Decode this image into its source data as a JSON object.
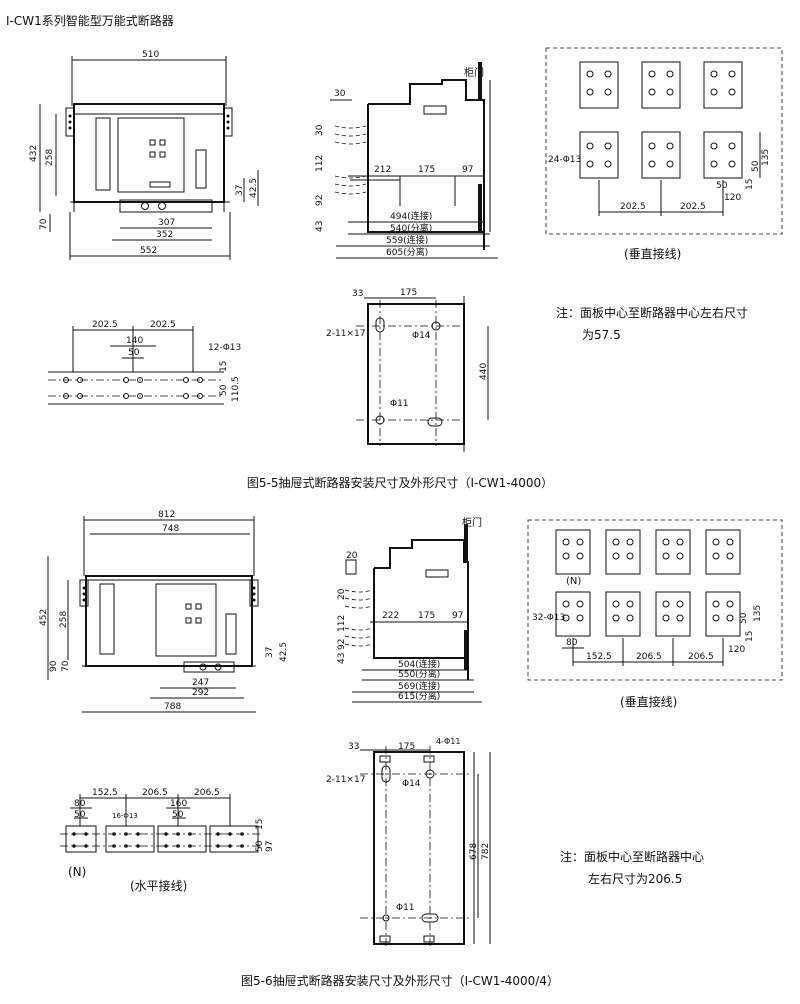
{
  "title": "I-CW1系列智能型万能式断路器",
  "figure1": {
    "caption": "图5-5抽屉式断路器安装尺寸及外形尺寸（I-CW1-4000）",
    "front": {
      "d510": "510",
      "d432": "432",
      "d258": "258",
      "d37": "37",
      "d425": "42.5",
      "d70": "70",
      "d307": "307",
      "d352": "352",
      "d552": "552"
    },
    "side": {
      "door": "柜门",
      "d30a": "30",
      "d30b": "30",
      "d112": "112",
      "d92": "92",
      "d43": "43",
      "d212": "212",
      "d175": "175",
      "d97": "97",
      "l494": "494(连接)",
      "l540": "540(分离)",
      "l559": "559(连接)",
      "l605": "605(分离)"
    },
    "vertical": {
      "hole": "24-Φ13",
      "d2025a": "202.5",
      "d2025b": "202.5",
      "d50a": "50",
      "d50b": "50",
      "d135": "135",
      "d15": "15",
      "d120": "120",
      "label": "(垂直接线)"
    },
    "horizontal": {
      "d2025a": "202.5",
      "d2025b": "202.5",
      "d140": "140",
      "d50": "50",
      "hole": "12-Φ13",
      "d15": "15",
      "d50v": "50",
      "d1105": "110.5"
    },
    "mount": {
      "d33": "33",
      "d175": "175",
      "slot": "2-11×17",
      "d14": "Φ14",
      "d440": "440",
      "d11": "Φ11"
    },
    "note_line1": "注：面板中心至断路器中心左右尺寸",
    "note_line2": "为57.5"
  },
  "figure2": {
    "caption": "图5-6抽屉式断路器安装尺寸及外形尺寸（I-CW1-4000/4）",
    "front": {
      "d812": "812",
      "d748": "748",
      "d452": "452",
      "d258": "258",
      "d90": "90",
      "d70": "70",
      "d37": "37",
      "d425": "42.5",
      "d247": "247",
      "d292": "292",
      "d788": "788"
    },
    "side": {
      "door": "柜门",
      "d20a": "20",
      "d20b": "20",
      "d112": "112",
      "d92": "92",
      "d43": "43",
      "d222": "222",
      "d175": "175",
      "d97": "97",
      "l504": "504(连接)",
      "l550": "550(分离)",
      "l569": "569(连接)",
      "l615": "615(分离)"
    },
    "vertical": {
      "n": "(N)",
      "hole": "32-Φ13",
      "d80": "80",
      "d1525": "152.5",
      "d2065a": "206.5",
      "d2065b": "206.5",
      "d50": "50",
      "d135": "135",
      "d15": "15",
      "d120": "120",
      "label": "(垂直接线)"
    },
    "horizontal": {
      "d80": "80",
      "d50a": "50",
      "d1525": "152.5",
      "d2065a": "206.5",
      "d2065b": "206.5",
      "d160": "160",
      "d50b": "50",
      "hole": "16-Φ13",
      "d15": "15",
      "d50v": "50",
      "d97": "97",
      "n": "(N)",
      "label": "(水平接线)"
    },
    "mount": {
      "d33": "33",
      "d175": "175",
      "holes": "4-Φ11",
      "slot": "2-11×17",
      "d14": "Φ14",
      "d678": "678",
      "d782": "782",
      "d11": "Φ11"
    },
    "note_line1": "注：面板中心至断路器中心",
    "note_line2": "左右尺寸为206.5"
  }
}
